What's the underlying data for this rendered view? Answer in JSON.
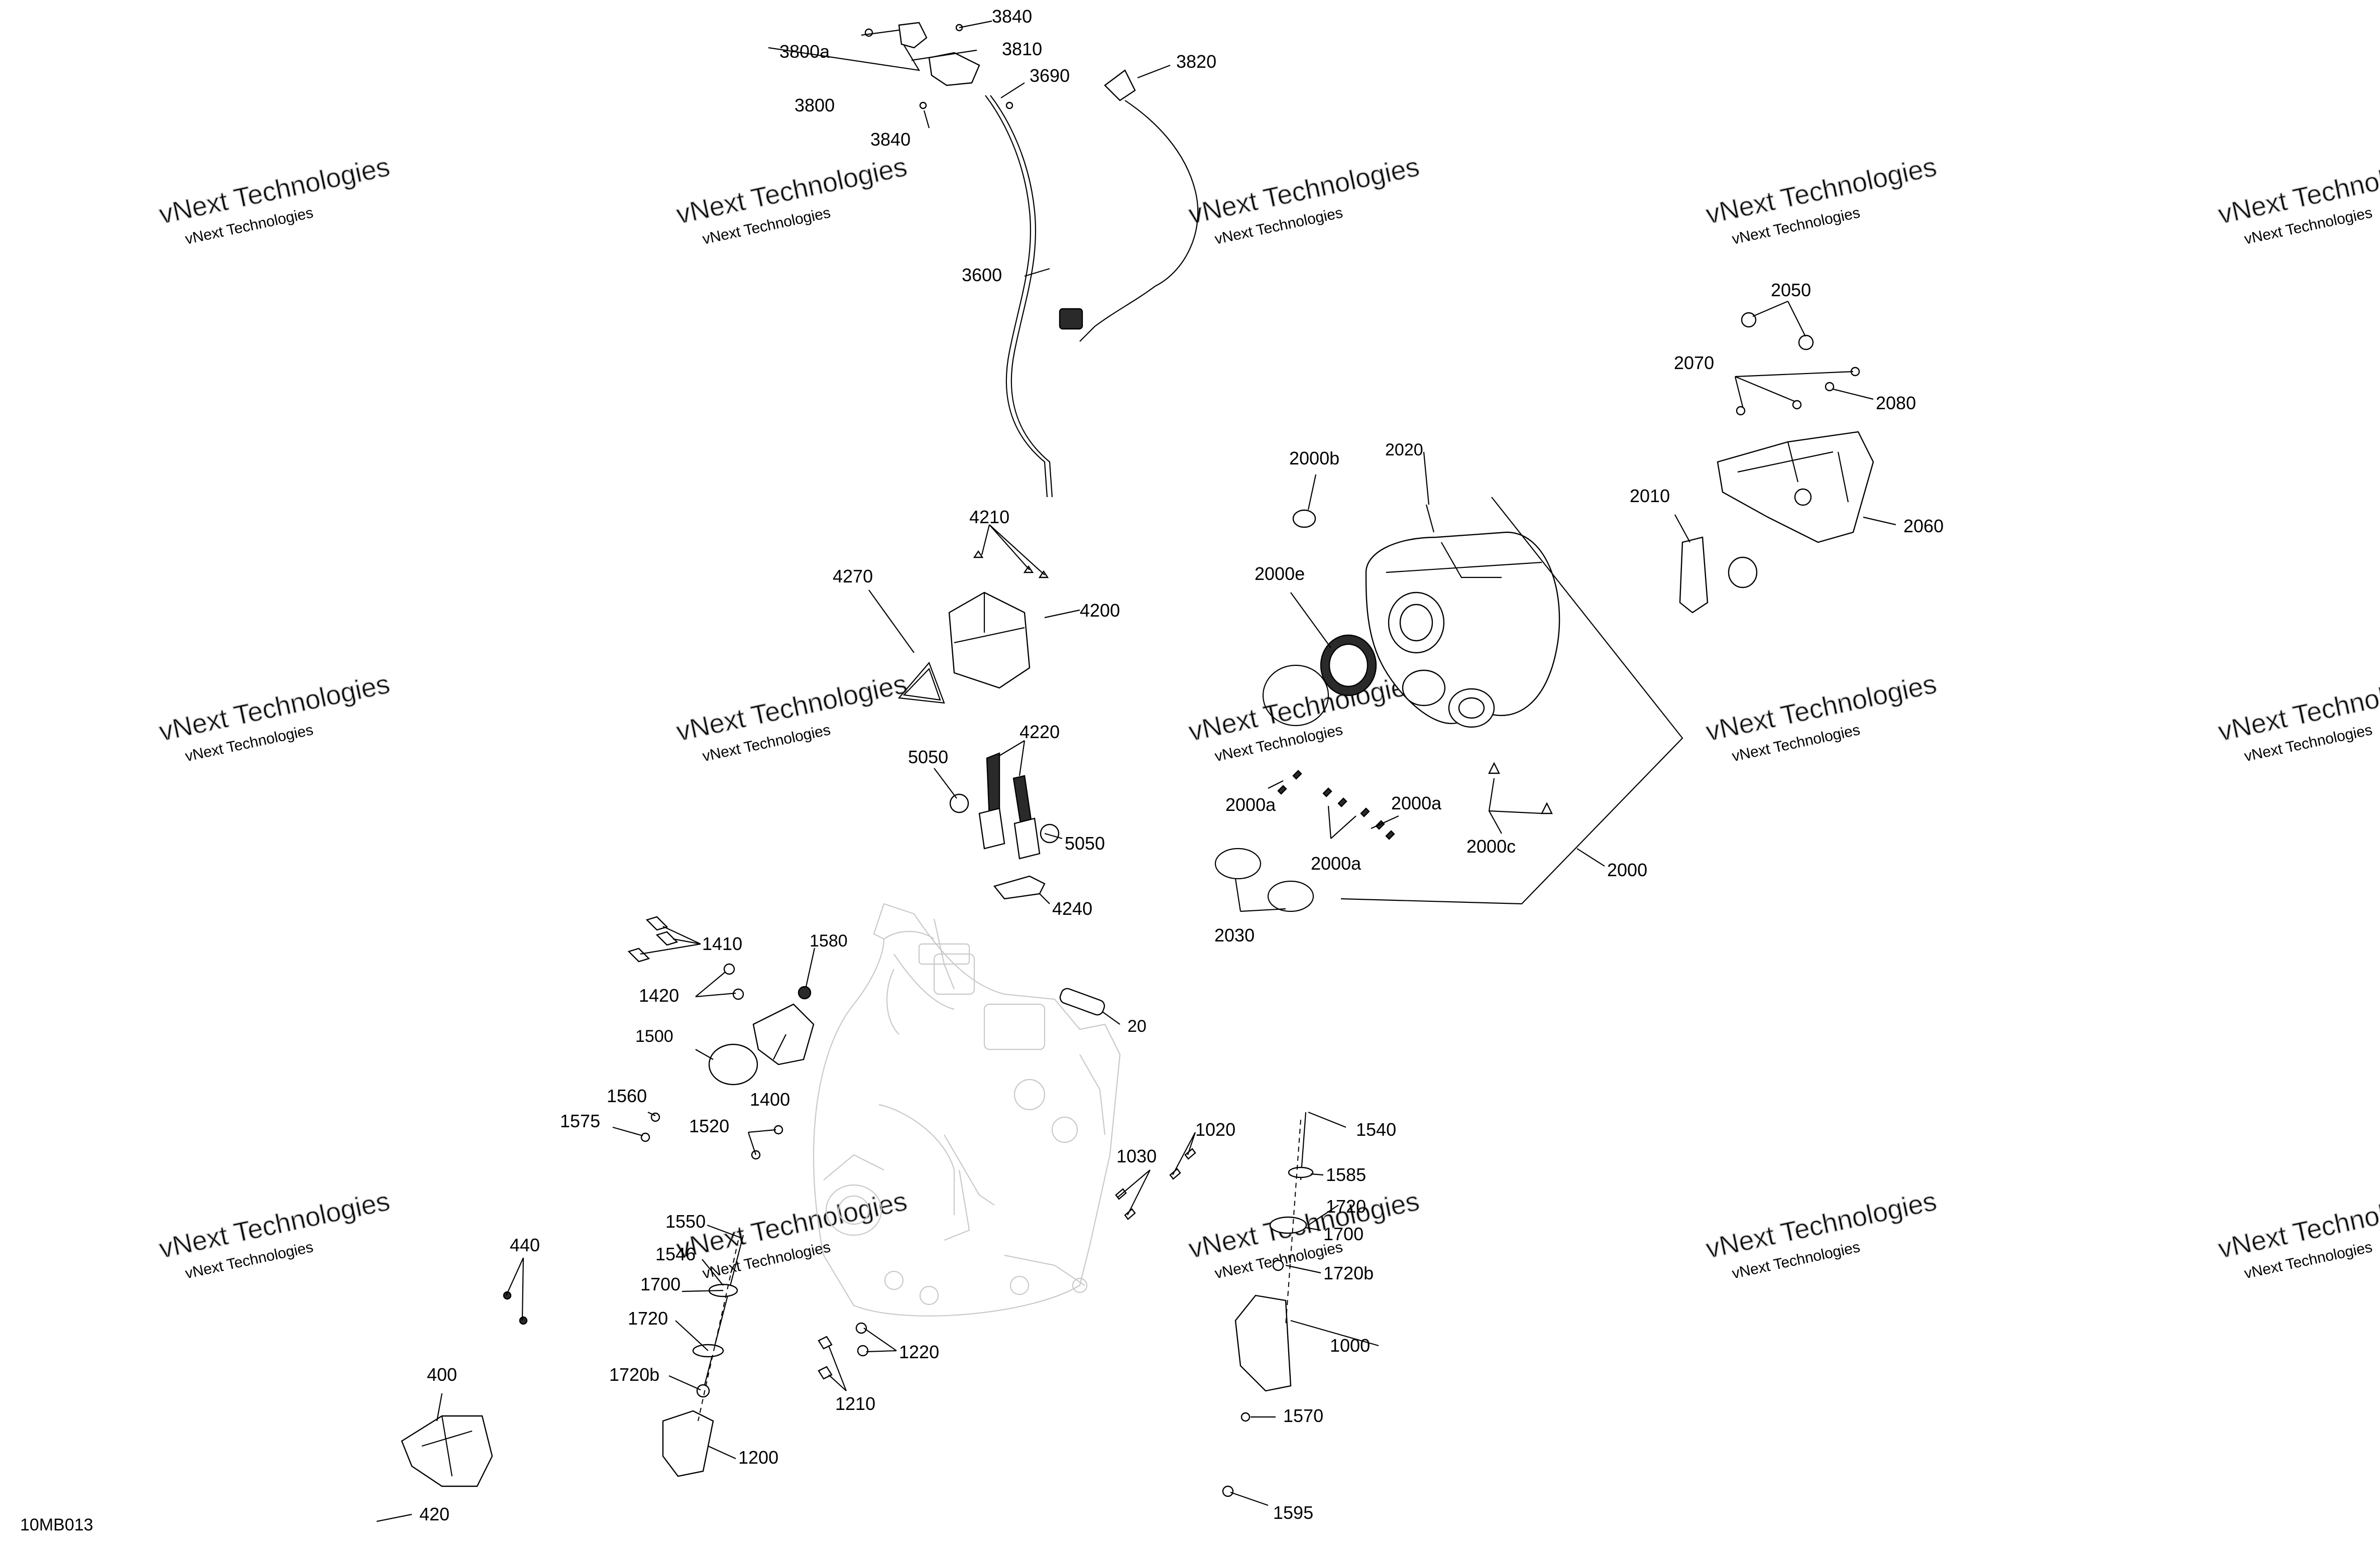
{
  "diagram": {
    "reference_code": "10MB013",
    "watermark_text": "vNext Technologies",
    "watermark_text_large": "vNext\nTechnologies",
    "callouts": {
      "c3840a": "3840",
      "c3810": "3810",
      "c3800a": "3800a",
      "c3800": "3800",
      "c3840b": "3840",
      "c3690": "3690",
      "c3820": "3820",
      "c3600": "3600",
      "c4210": "4210",
      "c4270": "4270",
      "c4200": "4200",
      "c4220": "4220",
      "c5050a": "5050",
      "c5050b": "5050",
      "c4240": "4240",
      "c2000b": "2000b",
      "c2020": "2020",
      "c2000e": "2000e",
      "c2000a1": "2000a",
      "c2000a2": "2000a",
      "c2000a3": "2000a",
      "c2000c": "2000c",
      "c2000": "2000",
      "c2030": "2030",
      "c2050": "2050",
      "c2070": "2070",
      "c2080": "2080",
      "c2010": "2010",
      "c2060": "2060",
      "c1410": "1410",
      "c1580": "1580",
      "c1420": "1420",
      "c1500": "1500",
      "c1400": "1400",
      "c20": "20",
      "c1560": "1560",
      "c1575": "1575",
      "c1520": "1520",
      "c1020": "1020",
      "c1540": "1540",
      "c1030": "1030",
      "c1585": "1585",
      "c1720a": "1720",
      "c1700a": "1700",
      "c1720b_r": "1720b",
      "c1000": "1000",
      "c1570": "1570",
      "c1595": "1595",
      "c440": "440",
      "c1550": "1550",
      "c1546": "1546",
      "c1700b": "1700",
      "c1720c": "1720",
      "c1720b_l": "1720b",
      "c1220": "1220",
      "c1210": "1210",
      "c1200": "1200",
      "c400": "400",
      "c420": "420"
    }
  }
}
